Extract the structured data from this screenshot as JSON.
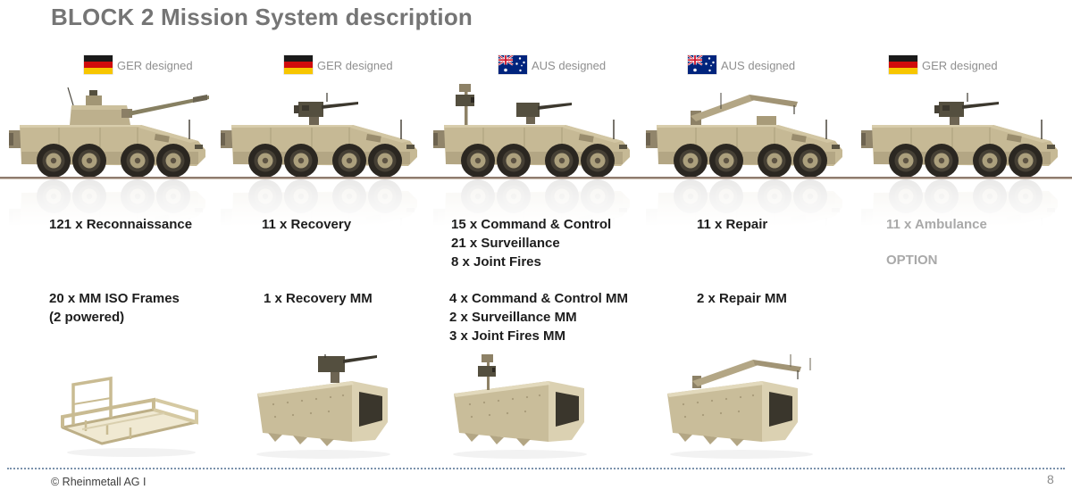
{
  "slide": {
    "title": "BLOCK 2 Mission System description",
    "footer": {
      "copyright": "© Rheinmetall AG I",
      "page_number": "8"
    }
  },
  "colors": {
    "title_gray": "#757575",
    "count_text_dark": "#1d1d1d",
    "muted_gray": "#a9a9a9",
    "designed_label_gray": "#8f8f8f",
    "hull_tan": "#c6b995",
    "ground_line_brown": "#8f7b6e",
    "footer_dots_blue": "#7b92ac",
    "german_flag": [
      "#1a1a1a",
      "#d00c0c",
      "#f7c600"
    ],
    "australian_flag_blue": "#00247d"
  },
  "columns": [
    {
      "id": "reconnaissance",
      "flag": "GER",
      "designed_label": "GER designed",
      "vehicle_counts": [
        "121 x Reconnaissance"
      ],
      "module_counts": [
        "20 x MM ISO Frames",
        "(2 powered)"
      ],
      "module_image": "iso-frame"
    },
    {
      "id": "recovery",
      "flag": "GER",
      "designed_label": "GER designed",
      "vehicle_counts": [
        "11 x Recovery"
      ],
      "module_counts": [
        "1 x Recovery MM"
      ],
      "module_image": "recovery-mm"
    },
    {
      "id": "command-control",
      "flag": "AUS",
      "designed_label": "AUS designed",
      "vehicle_counts": [
        "15 x Command & Control",
        "21 x Surveillance",
        "8 x Joint Fires"
      ],
      "module_counts": [
        "4 x Command & Control MM",
        "2 x Surveillance MM",
        "3 x Joint Fires MM"
      ],
      "module_image": "command-control-mm"
    },
    {
      "id": "repair",
      "flag": "AUS",
      "designed_label": "AUS designed",
      "vehicle_counts": [
        "11 x Repair"
      ],
      "module_counts": [
        "2 x Repair MM"
      ],
      "module_image": "repair-mm"
    },
    {
      "id": "ambulance",
      "flag": "GER",
      "designed_label": "GER designed",
      "vehicle_counts": [
        "11 x Ambulance"
      ],
      "option_label": "OPTION",
      "muted": true
    }
  ]
}
